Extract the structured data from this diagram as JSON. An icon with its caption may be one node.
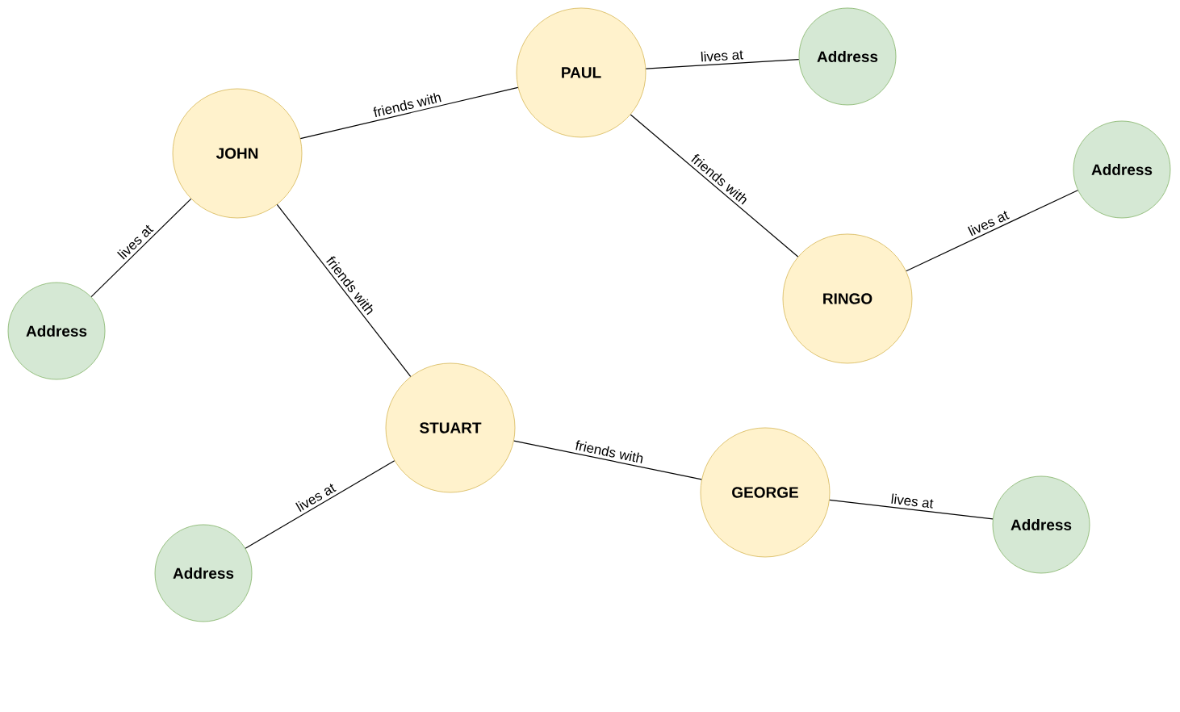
{
  "diagram": {
    "nodes": [
      {
        "text": [
          "JOHN"
        ]
      },
      {
        "text": [
          "PAUL"
        ]
      },
      {
        "text": [
          "Address"
        ]
      },
      {
        "text": [
          "RINGO"
        ]
      },
      {
        "text": [
          "Address"
        ]
      },
      {
        "text": [
          "Address"
        ]
      },
      {
        "text": [
          "STUART"
        ]
      },
      {
        "text": [
          "GEORGE"
        ]
      },
      {
        "text": [
          "Address"
        ]
      },
      {
        "text": [
          "Address"
        ]
      }
    ],
    "edges": [
      {
        "from": 0,
        "to": 1,
        "arrow": "none",
        "label": "friends with"
      },
      {
        "from": 1,
        "to": 2,
        "arrow": "none",
        "label": "lives at"
      },
      {
        "from": 1,
        "to": 3,
        "arrow": "none",
        "label": "friends with"
      },
      {
        "from": 3,
        "to": 4,
        "arrow": "none",
        "label": "lives at"
      },
      {
        "from": 0,
        "to": 5,
        "arrow": "none",
        "label": "lives at"
      },
      {
        "from": 0,
        "to": 6,
        "arrow": "none",
        "label": "friends with"
      },
      {
        "from": 6,
        "to": 7,
        "arrow": "none",
        "label": "friends with"
      },
      {
        "from": 6,
        "to": 8,
        "arrow": "none",
        "label": "lives at"
      },
      {
        "from": 7,
        "to": 9,
        "arrow": "none",
        "label": "lives at"
      }
    ]
  }
}
